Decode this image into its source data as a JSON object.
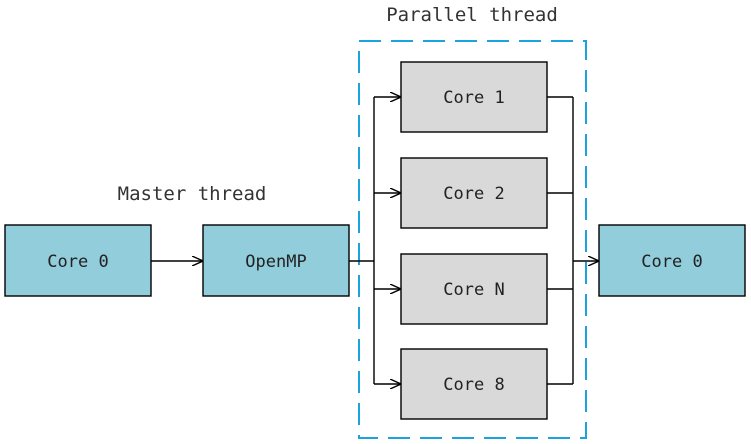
{
  "labels": {
    "parallel_thread": "Parallel thread",
    "master_thread": "Master thread"
  },
  "nodes": {
    "core0_left": "Core 0",
    "openmp": "OpenMP",
    "core1": "Core 1",
    "core2": "Core 2",
    "coreN": "Core N",
    "core8": "Core 8",
    "core0_right": "Core 0"
  },
  "colors": {
    "master_fill": "#92CDDC",
    "worker_fill": "#D9D9D9",
    "region_border": "#1AA3DD",
    "stroke": "#000000"
  }
}
